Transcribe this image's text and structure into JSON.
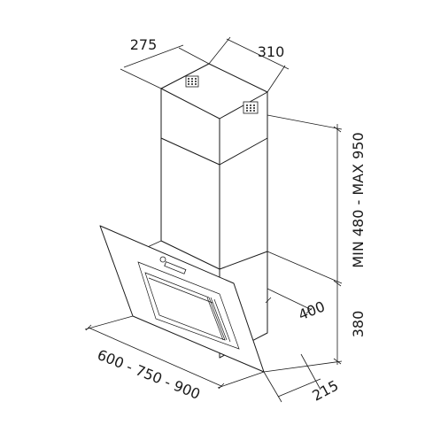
{
  "dimensions": {
    "chimney_depth": "275",
    "chimney_width": "310",
    "chimney_height": "MIN 480 - MAX 950",
    "body_depth": "400",
    "body_height": "380",
    "hood_widths": "600 - 750 - 900",
    "hood_depth": "215"
  },
  "colors": {
    "line": "#1a1a1a",
    "background": "#ffffff"
  }
}
